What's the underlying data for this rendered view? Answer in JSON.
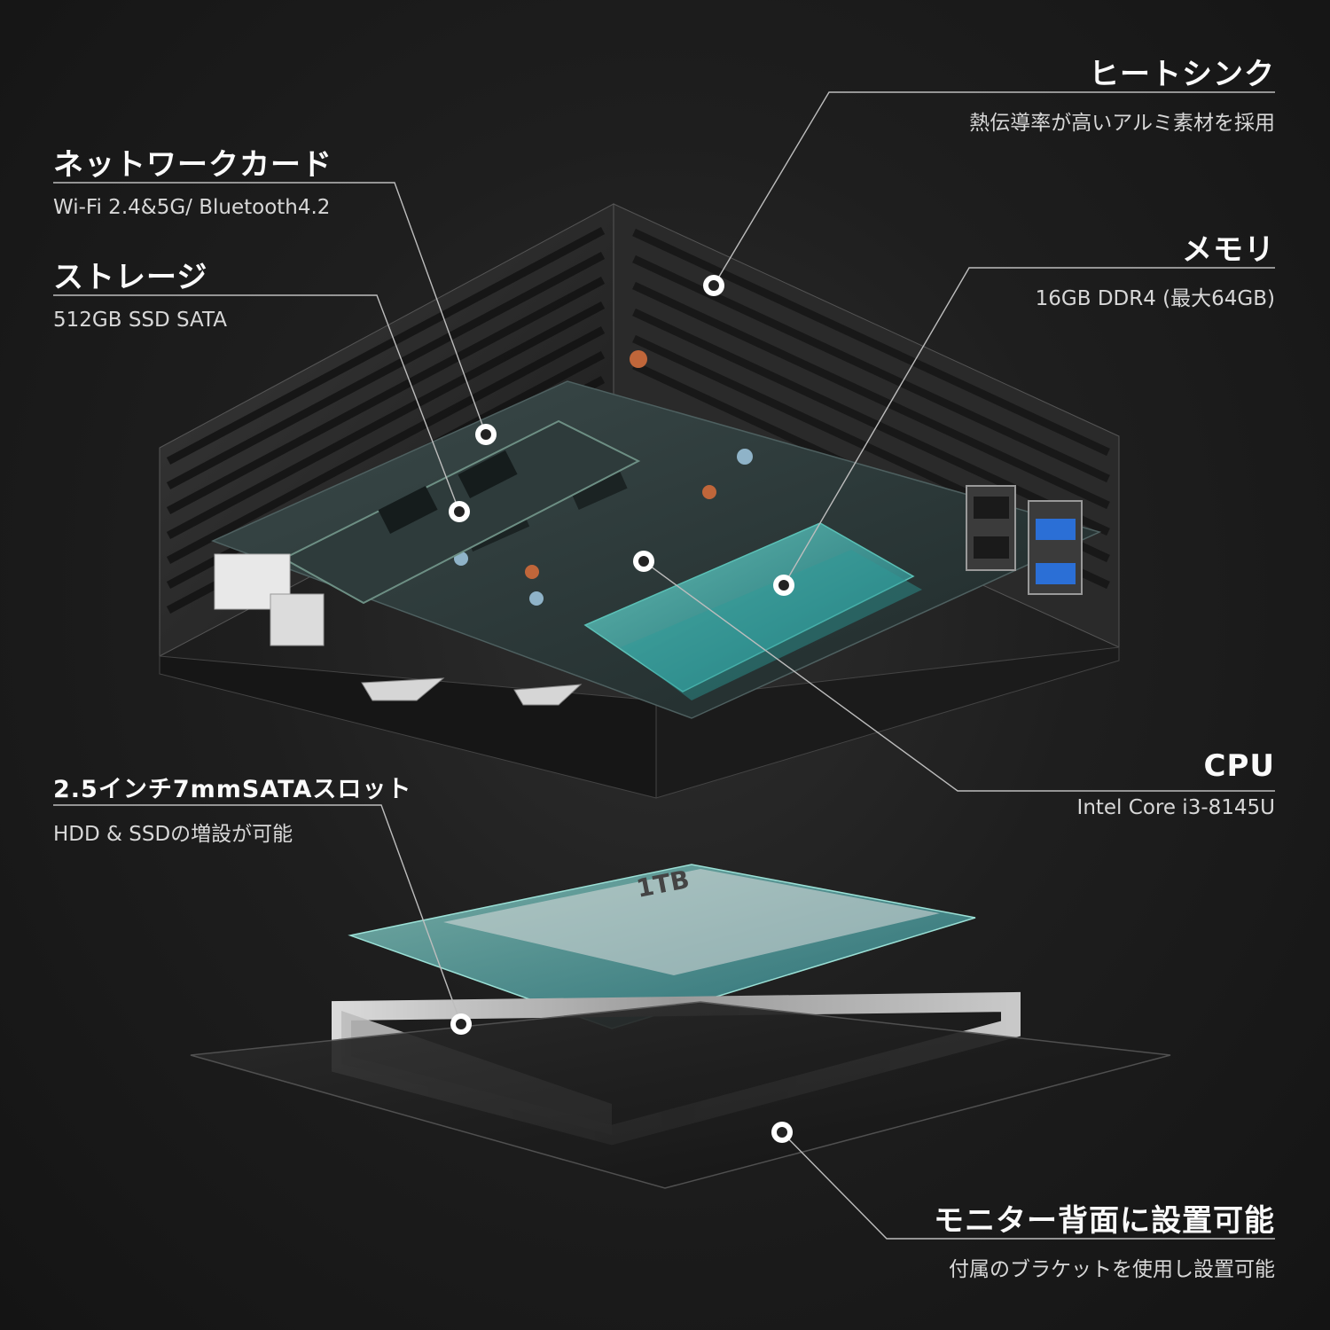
{
  "callouts": {
    "heatsink": {
      "title": "ヒートシンク",
      "desc": "熱伝導率が高いアルミ素材を採用"
    },
    "network": {
      "title": "ネットワークカード",
      "desc": "Wi-Fi 2.4&5G/ Bluetooth4.2"
    },
    "storage": {
      "title": "ストレージ",
      "desc": "512GB SSD SATA"
    },
    "memory": {
      "title": "メモリ",
      "desc": "16GB DDR4 (最大64GB)"
    },
    "cpu": {
      "title": "CPU",
      "desc": "Intel Core i3-8145U"
    },
    "sata_slot": {
      "title": "2.5インチ7mmSATAスロット",
      "desc": "HDD & SSDの増設が可能"
    },
    "vesa": {
      "title": "モニター背面に設置可能",
      "desc": "付属のブラケットを使用し設置可能"
    }
  },
  "hdd_label": "1TB",
  "colors": {
    "background": "#1c1c1c",
    "accent_teal": "#3fa9a6",
    "line": "#bdbdbd",
    "usb_blue": "#2b6fd6"
  }
}
